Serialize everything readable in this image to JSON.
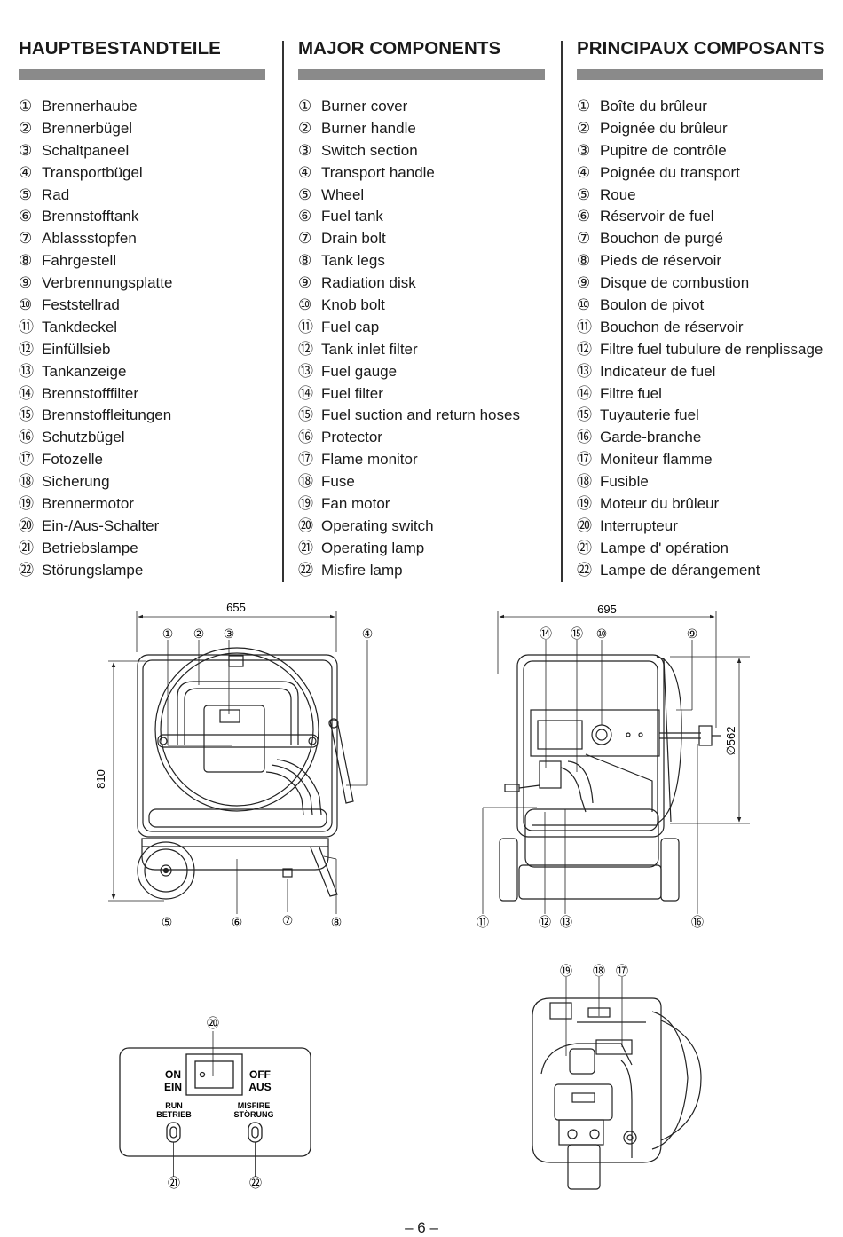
{
  "columns": [
    {
      "title": "HAUPTBESTANDTEILE",
      "items": [
        {
          "n": "①",
          "label": "Brennerhaube"
        },
        {
          "n": "②",
          "label": "Brennerbügel"
        },
        {
          "n": "③",
          "label": "Schaltpaneel"
        },
        {
          "n": "④",
          "label": "Transportbügel"
        },
        {
          "n": "⑤",
          "label": "Rad"
        },
        {
          "n": "⑥",
          "label": "Brennstofftank"
        },
        {
          "n": "⑦",
          "label": "Ablassstopfen"
        },
        {
          "n": "⑧",
          "label": "Fahrgestell"
        },
        {
          "n": "⑨",
          "label": "Verbrennungsplatte"
        },
        {
          "n": "⑩",
          "label": "Feststellrad"
        },
        {
          "n": "⑪",
          "label": "Tankdeckel"
        },
        {
          "n": "⑫",
          "label": "Einfüllsieb"
        },
        {
          "n": "⑬",
          "label": "Tankanzeige"
        },
        {
          "n": "⑭",
          "label": "Brennstofffilter"
        },
        {
          "n": "⑮",
          "label": "Brennstoffleitungen"
        },
        {
          "n": "⑯",
          "label": "Schutzbügel"
        },
        {
          "n": "⑰",
          "label": "Fotozelle"
        },
        {
          "n": "⑱",
          "label": "Sicherung"
        },
        {
          "n": "⑲",
          "label": "Brennermotor"
        },
        {
          "n": "⑳",
          "label": "Ein-/Aus-Schalter"
        },
        {
          "n": "㉑",
          "label": "Betriebslampe"
        },
        {
          "n": "㉒",
          "label": "Störungslampe"
        }
      ]
    },
    {
      "title": "MAJOR COMPONENTS",
      "items": [
        {
          "n": "①",
          "label": "Burner cover"
        },
        {
          "n": "②",
          "label": "Burner handle"
        },
        {
          "n": "③",
          "label": "Switch section"
        },
        {
          "n": "④",
          "label": "Transport handle"
        },
        {
          "n": "⑤",
          "label": "Wheel"
        },
        {
          "n": "⑥",
          "label": "Fuel tank"
        },
        {
          "n": "⑦",
          "label": "Drain bolt"
        },
        {
          "n": "⑧",
          "label": "Tank legs"
        },
        {
          "n": "⑨",
          "label": "Radiation disk"
        },
        {
          "n": "⑩",
          "label": "Knob bolt"
        },
        {
          "n": "⑪",
          "label": "Fuel cap"
        },
        {
          "n": "⑫",
          "label": "Tank inlet filter"
        },
        {
          "n": "⑬",
          "label": "Fuel gauge"
        },
        {
          "n": "⑭",
          "label": "Fuel filter"
        },
        {
          "n": "⑮",
          "label": "Fuel suction and return hoses"
        },
        {
          "n": "⑯",
          "label": "Protector"
        },
        {
          "n": "⑰",
          "label": "Flame monitor"
        },
        {
          "n": "⑱",
          "label": "Fuse"
        },
        {
          "n": "⑲",
          "label": "Fan motor"
        },
        {
          "n": "⑳",
          "label": "Operating switch"
        },
        {
          "n": "㉑",
          "label": "Operating lamp"
        },
        {
          "n": "㉒",
          "label": "Misfire lamp"
        }
      ]
    },
    {
      "title": "PRINCIPAUX COMPOSANTS",
      "items": [
        {
          "n": "①",
          "label": "Boîte du brûleur"
        },
        {
          "n": "②",
          "label": "Poignée du brûleur"
        },
        {
          "n": "③",
          "label": "Pupitre de contrôle"
        },
        {
          "n": "④",
          "label": "Poignée du transport"
        },
        {
          "n": "⑤",
          "label": "Roue"
        },
        {
          "n": "⑥",
          "label": "Réservoir de fuel"
        },
        {
          "n": "⑦",
          "label": "Bouchon de purgé"
        },
        {
          "n": "⑧",
          "label": "Pieds de réservoir"
        },
        {
          "n": "⑨",
          "label": "Disque de combustion"
        },
        {
          "n": "⑩",
          "label": "Boulon de pivot"
        },
        {
          "n": "⑪",
          "label": "Bouchon de réservoir"
        },
        {
          "n": "⑫",
          "label": "Filtre fuel tubulure de renplissage"
        },
        {
          "n": "⑬",
          "label": "Indicateur de fuel"
        },
        {
          "n": "⑭",
          "label": "Filtre fuel"
        },
        {
          "n": "⑮",
          "label": "Tuyauterie fuel"
        },
        {
          "n": "⑯",
          "label": "Garde-branche"
        },
        {
          "n": "⑰",
          "label": "Moniteur flamme"
        },
        {
          "n": "⑱",
          "label": "Fusible"
        },
        {
          "n": "⑲",
          "label": "Moteur du brûleur"
        },
        {
          "n": "⑳",
          "label": "Interrupteur"
        },
        {
          "n": "㉑",
          "label": "Lampe d' opération"
        },
        {
          "n": "㉒",
          "label": "Lampe de dérangement"
        }
      ]
    }
  ],
  "front_view": {
    "width_dim": "655",
    "height_dim": "810",
    "callouts": [
      "①",
      "②",
      "③",
      "④",
      "⑤",
      "⑥",
      "⑦",
      "⑧"
    ]
  },
  "side_view": {
    "width_dim": "695",
    "disk_dim": "∅562",
    "callouts": [
      "⑭",
      "⑮",
      "⑩",
      "⑨",
      "⑪",
      "⑫",
      "⑬",
      "⑯"
    ]
  },
  "switch_panel": {
    "callout_switch": "⑳",
    "on": "ON",
    "ein": "EIN",
    "off": "OFF",
    "aus": "AUS",
    "run": "RUN",
    "betrieb": "BETRIEB",
    "misfire": "MISFIRE",
    "stoerung": "STÖRUNG",
    "callout_run": "㉑",
    "callout_misfire": "㉒"
  },
  "burner_view": {
    "callouts": [
      "⑲",
      "⑱",
      "⑰"
    ]
  },
  "page_number": "– 6 –"
}
